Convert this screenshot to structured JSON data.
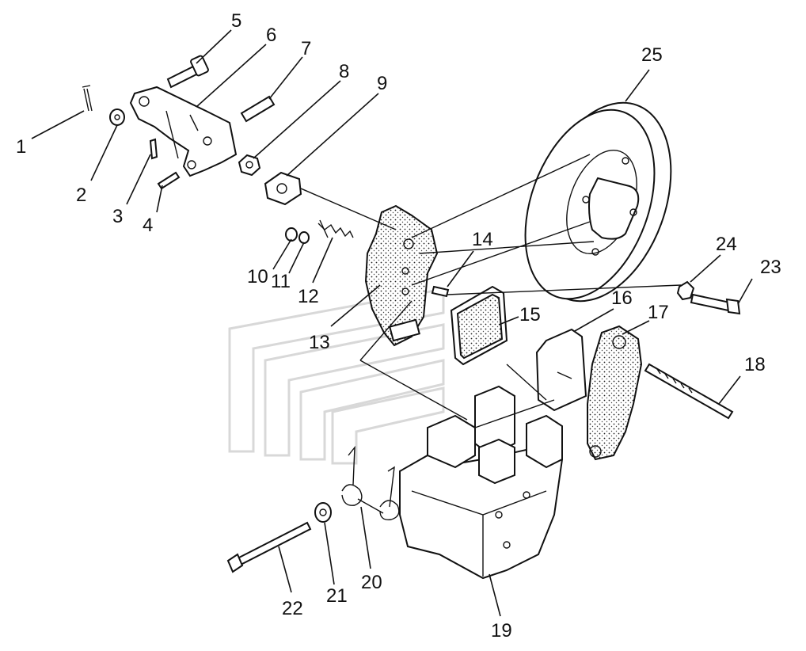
{
  "labels": [
    "1",
    "2",
    "3",
    "4",
    "5",
    "6",
    "7",
    "8",
    "9",
    "10",
    "11",
    "12",
    "13",
    "14",
    "15",
    "16",
    "17",
    "18",
    "19",
    "20",
    "21",
    "22",
    "23",
    "24",
    "25"
  ],
  "colors": {
    "ink": "#111111",
    "watermark": "#d8d8d8",
    "background": "#ffffff"
  }
}
